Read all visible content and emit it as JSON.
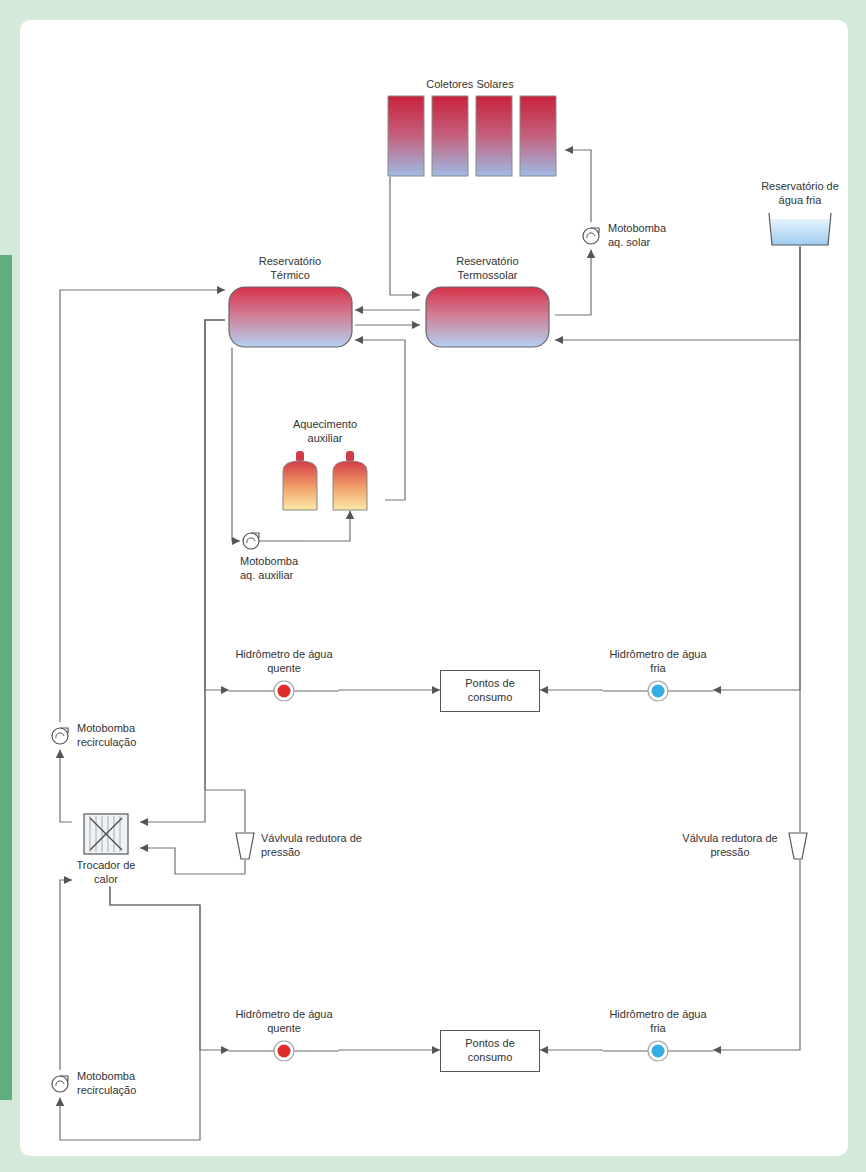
{
  "diagram": {
    "nodes": [
      {
        "text": [
          "Coletores Solares"
        ]
      },
      {
        "text": [
          "Reservatório de água fria"
        ]
      },
      {
        "text": [
          "Reservatório Térmico"
        ]
      },
      {
        "text": [
          "Reservatório Termossolar"
        ]
      },
      {
        "text": [
          "Motobomba aq. solar"
        ]
      },
      {
        "text": [
          "Aquecimento auxiliar"
        ]
      },
      {
        "text": [
          "Motobomba aq. auxiliar"
        ]
      },
      {
        "text": [
          "Hidrômetro de água quente"
        ]
      },
      {
        "text": [
          "Pontos de consumo"
        ]
      },
      {
        "text": [
          "Hidrômetro de água fria"
        ]
      },
      {
        "text": [
          "Motobomba recirculação"
        ]
      },
      {
        "text": [
          "Trocador de calor"
        ]
      },
      {
        "text": [
          "Vávlvula redutora de pressão"
        ]
      },
      {
        "text": [
          "Válvula redutora de pressão"
        ]
      },
      {
        "text": [
          "Motobomba recirculação"
        ]
      },
      {
        "text": [
          "Hidrômetro de água quente"
        ]
      },
      {
        "text": [
          "Pontos de consumo"
        ]
      },
      {
        "text": [
          "Hidrômetro de água fria"
        ]
      }
    ],
    "edges": [
      {
        "from": 0,
        "to": 3,
        "arrow": "to"
      },
      {
        "from": 1,
        "to": 3,
        "arrow": "to"
      },
      {
        "from": 3,
        "to": 4,
        "arrow": "to"
      },
      {
        "from": 4,
        "to": 0,
        "arrow": "to"
      },
      {
        "from": 3,
        "to": 2,
        "arrow": "to"
      },
      {
        "from": 2,
        "to": 3,
        "arrow": "to"
      },
      {
        "from": 2,
        "to": 6,
        "arrow": "to"
      },
      {
        "from": 6,
        "to": 5,
        "arrow": "to"
      },
      {
        "from": 5,
        "to": 2,
        "arrow": "to"
      },
      {
        "from": 2,
        "to": 7,
        "arrow": "to"
      },
      {
        "from": 7,
        "to": 8,
        "arrow": "to"
      },
      {
        "from": 9,
        "to": 8,
        "arrow": "to"
      },
      {
        "from": 1,
        "to": 9,
        "arrow": "to"
      },
      {
        "from": 10,
        "to": 2,
        "arrow": "to"
      },
      {
        "from": 11,
        "to": 10,
        "arrow": "to"
      },
      {
        "from": 2,
        "to": 11,
        "arrow": "to"
      },
      {
        "from": 2,
        "to": 12,
        "arrow": "none"
      },
      {
        "from": 12,
        "to": 11,
        "arrow": "to"
      },
      {
        "from": 1,
        "to": 13,
        "arrow": "none"
      },
      {
        "from": 13,
        "to": 17,
        "arrow": "to"
      },
      {
        "from": 17,
        "to": 16,
        "arrow": "to"
      },
      {
        "from": 14,
        "to": 11,
        "arrow": "to"
      },
      {
        "from": 11,
        "to": 15,
        "arrow": "to"
      },
      {
        "from": 15,
        "to": 16,
        "arrow": "to"
      },
      {
        "from": 11,
        "to": 14,
        "arrow": "to"
      }
    ]
  }
}
